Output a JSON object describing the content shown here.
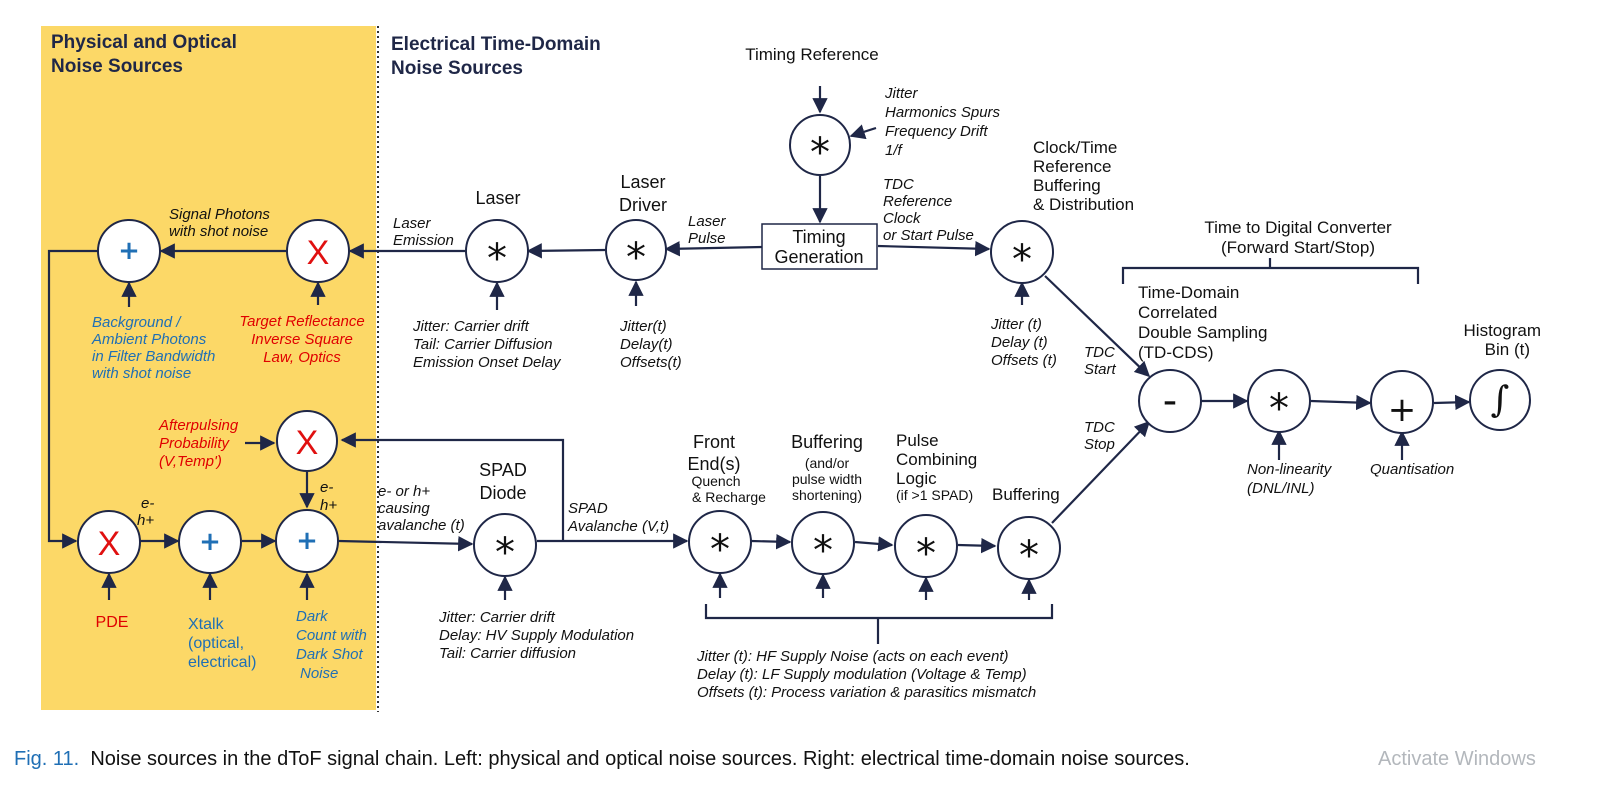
{
  "headings": {
    "physical": [
      "Physical and Optical",
      "Noise Sources"
    ],
    "electrical": [
      "Electrical Time-Domain",
      "Noise Sources"
    ]
  },
  "nodes": {
    "timing_ref": "Timing Reference",
    "timing_gen": [
      "Timing",
      "Generation"
    ],
    "laser": "Laser",
    "laser_driver": [
      "Laser",
      "Driver"
    ],
    "clock": [
      "Clock/Time",
      "Reference",
      "Buffering",
      "& Distribution"
    ],
    "tdc": [
      "Time to Digital Converter",
      "(Forward Start/Stop)"
    ],
    "tdcds": [
      "Time-Domain",
      "Correlated",
      "Double Sampling",
      "(TD-CDS)"
    ],
    "histogram": [
      "Histogram",
      "Bin (t)"
    ],
    "spad": [
      "SPAD",
      "Diode"
    ],
    "frontend": [
      "Front",
      "End(s)"
    ],
    "frontend_sub": [
      "Quench",
      "& Recharge"
    ],
    "buffering1": "Buffering",
    "buffering1_sub": [
      "(and/or",
      "pulse width",
      "shortening)"
    ],
    "pulse_comb": [
      "Pulse",
      "Combining",
      "Logic"
    ],
    "pulse_comb_sub": "(if >1 SPAD)",
    "buffering2": "Buffering"
  },
  "operators": {
    "star": "*",
    "cross": "X",
    "plus": "+",
    "minus": "-",
    "integral": "∫"
  },
  "signals": {
    "timing_jitter": [
      "Jitter",
      "Harmonics Spurs",
      "Frequency Drift",
      "1/f"
    ],
    "tdc_ref": [
      "TDC",
      "Reference",
      "Clock",
      "or Start Pulse"
    ],
    "laser_pulse": [
      "Laser",
      "Pulse"
    ],
    "laser_emission": [
      "Laser",
      "Emission"
    ],
    "signal_photons": [
      "Signal Photons",
      "with shot noise"
    ],
    "laser_noise": [
      "Jitter: Carrier drift",
      "Tail: Carrier Diffusion",
      "Emission Onset Delay"
    ],
    "driver_noise": [
      "Jitter(t)",
      "Delay(t)",
      "Offsets(t)"
    ],
    "clock_noise": [
      "Jitter (t)",
      "Delay (t)",
      "Offsets (t)"
    ],
    "tdc_start": [
      "TDC",
      "Start"
    ],
    "tdc_stop": [
      "TDC",
      "Stop"
    ],
    "background": [
      "Background /",
      "Ambient Photons",
      "in Filter Bandwidth",
      "with shot noise"
    ],
    "target": [
      "Target Reflectance",
      "Inverse Square",
      "Law, Optics"
    ],
    "afterpulsing": [
      "Afterpulsing",
      "Probability",
      "(V,Temp')"
    ],
    "eh1": [
      "e-",
      "h+"
    ],
    "eh2": [
      "e-",
      "h+"
    ],
    "carriers": [
      "e- or h+",
      "causing",
      "avalanche (t)"
    ],
    "spad_avalanche": [
      "SPAD",
      "Avalanche (V,t)"
    ],
    "pde": "PDE",
    "xtalk": [
      "Xtalk",
      "(optical,",
      "electrical)"
    ],
    "dark": [
      "Dark",
      "Count with",
      "Dark Shot",
      "Noise"
    ],
    "spad_noise": [
      "Jitter: Carrier drift",
      "Delay: HV Supply Modulation",
      "Tail: Carrier diffusion"
    ],
    "chain_noise": [
      "Jitter (t): HF Supply Noise (acts on each event)",
      "Delay (t): LF Supply modulation (Voltage & Temp)",
      "Offsets (t): Process variation & parasitics mismatch"
    ],
    "nonlinearity": [
      "Non-linearity",
      "(DNL/INL)"
    ],
    "quantisation": "Quantisation"
  },
  "caption": {
    "label": "Fig. 11.",
    "text": "Noise sources in the dToF signal chain. Left: physical and optical noise sources. Right: electrical time-domain noise sources."
  },
  "watermark": "Activate Windows",
  "colors": {
    "panel": "#fcd867",
    "navy": "#1f2747",
    "red": "#e00000",
    "blue": "#1f6fb5"
  }
}
